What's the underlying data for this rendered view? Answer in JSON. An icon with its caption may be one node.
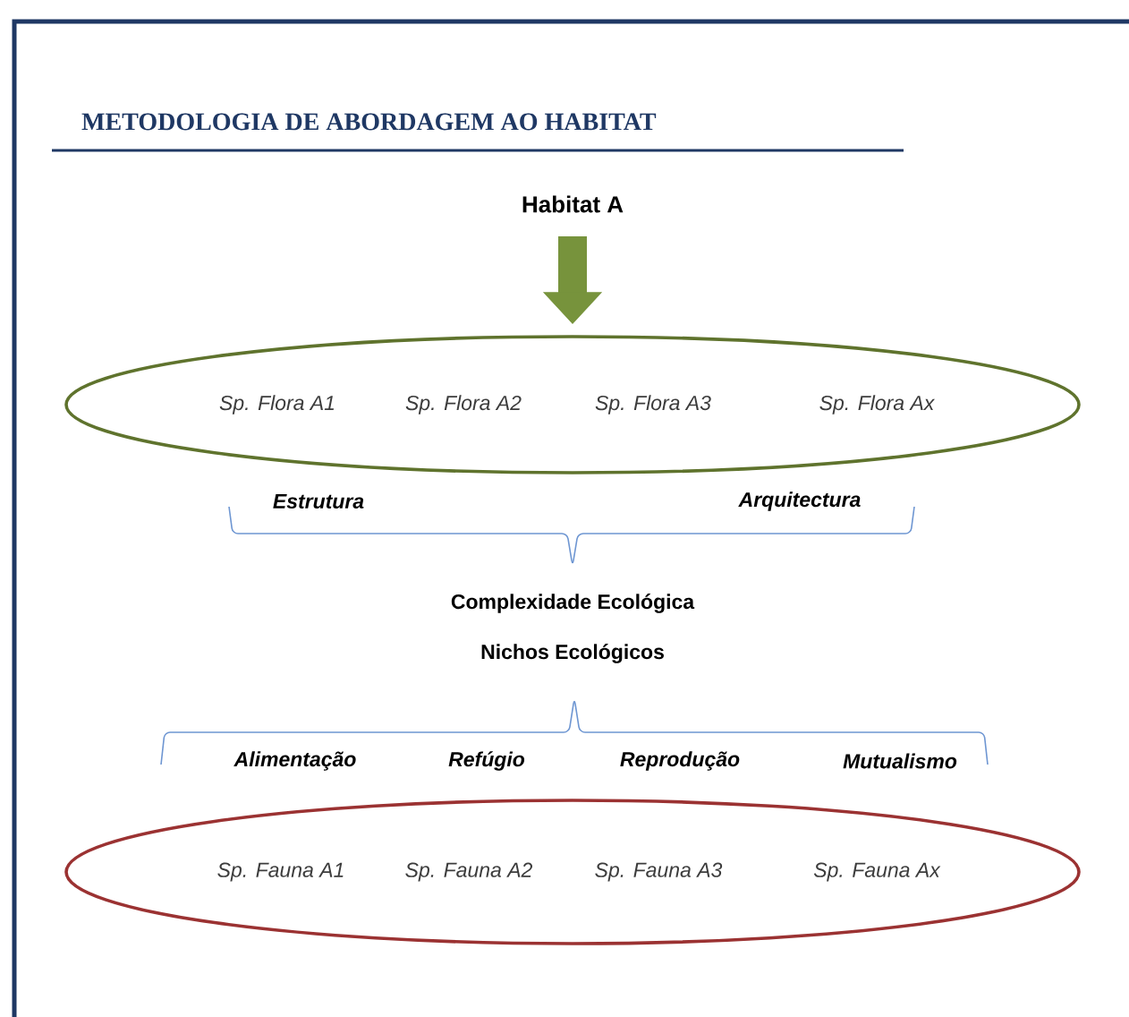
{
  "diagram": {
    "title": "METODOLOGIA DE ABORDAGEM AO HABITAT",
    "nodes": [
      {
        "text": [
          "Habitat A"
        ]
      },
      {
        "text": [
          "Sp. Flora A1",
          "Sp. Flora A2",
          "Sp. Flora A3",
          "Sp. Flora Ax"
        ]
      },
      {
        "text": [
          "Sp. Fauna A1",
          "Sp. Fauna A2",
          "Sp. Fauna A3",
          "Sp. Fauna Ax"
        ]
      }
    ],
    "edges": [
      {
        "from": 0,
        "to": 1,
        "arrow": "to"
      }
    ],
    "labels": [
      "Estrutura",
      "Arquitectura",
      "Complexidade Ecológica",
      "Nichos Ecológicos",
      "Alimentação",
      "Refúgio",
      "Reprodução",
      "Mutualismo"
    ]
  }
}
